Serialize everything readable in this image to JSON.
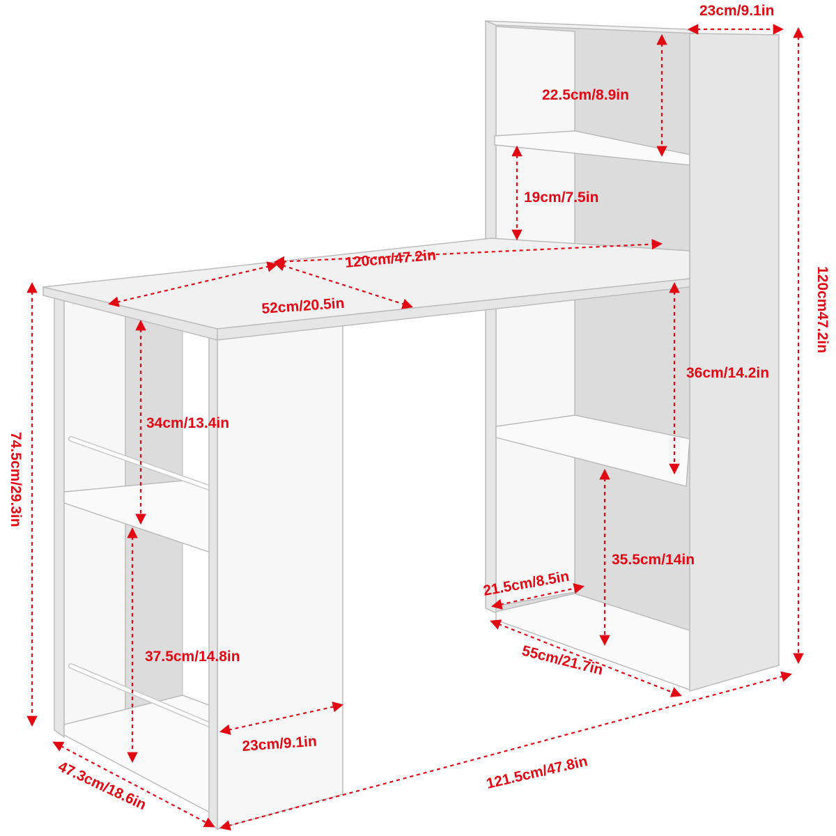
{
  "dimensions": {
    "top_depth": "23cm/9.1in",
    "shelf1_height": "22.5cm/8.9in",
    "shelf2_height": "19cm/7.5in",
    "desk_width": "120cm/47.2in",
    "desk_depth": "52cm/20.5in",
    "total_height": "120cm47.2in",
    "tower_mid_height": "36cm/14.2in",
    "left_upper_height": "34cm/13.4in",
    "desk_height": "74.5cm/29.3in",
    "tower_low_height": "35.5cm/14in",
    "tower_low_depth": "21.5cm/8.5in",
    "left_lower_height": "37.5cm/14.8in",
    "tower_base_width": "55cm/21.7in",
    "left_shelf_depth": "23cm/9.1in",
    "left_base_depth": "47.3cm/18.6in",
    "total_width": "121.5cm/47.8in"
  },
  "colors": {
    "annotation": "#e30613",
    "furniture": "#f4f4f4"
  }
}
